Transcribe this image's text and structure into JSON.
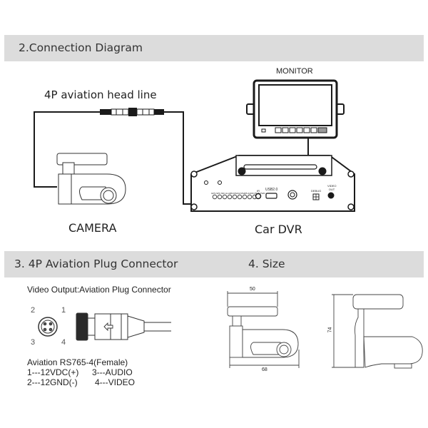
{
  "sections": {
    "connection_diagram": {
      "title": "2.Connection Diagram",
      "cable_label": "4P aviation head line",
      "monitor_label": "MONITOR",
      "camera_label": "CAMERA",
      "dvr_label": "Car DVR",
      "dvr_panel": {
        "usb_label": "USB2.0",
        "debug_label": "DEBUG",
        "video_out_label": "VIDEO OUT",
        "ir_label": "IR",
        "ports_caption": "GPS SPK MIC ALARM RS232 RS485 AUDIO BUS PWR"
      }
    },
    "plug_connector": {
      "title": "3. 4P  Aviation Plug Connector",
      "subtitle": "Video Output:Aviation Plug Connector",
      "pin_numbers": [
        "1",
        "2",
        "3",
        "4"
      ],
      "model": "Aviation RS765-4(Female)",
      "pins": [
        {
          "left": "1---12VDC(+)",
          "right": "3---AUDIO"
        },
        {
          "left": "2---12GND(-)",
          "right": "4---VIDEO"
        }
      ]
    },
    "size": {
      "title": "4.  Size",
      "dimensions": {
        "width_top": "50",
        "width_bottom": "68",
        "height": "74"
      },
      "units": "mm"
    }
  },
  "colors": {
    "header_bar": "#dcdcdc",
    "line": "#1a1a1a"
  }
}
